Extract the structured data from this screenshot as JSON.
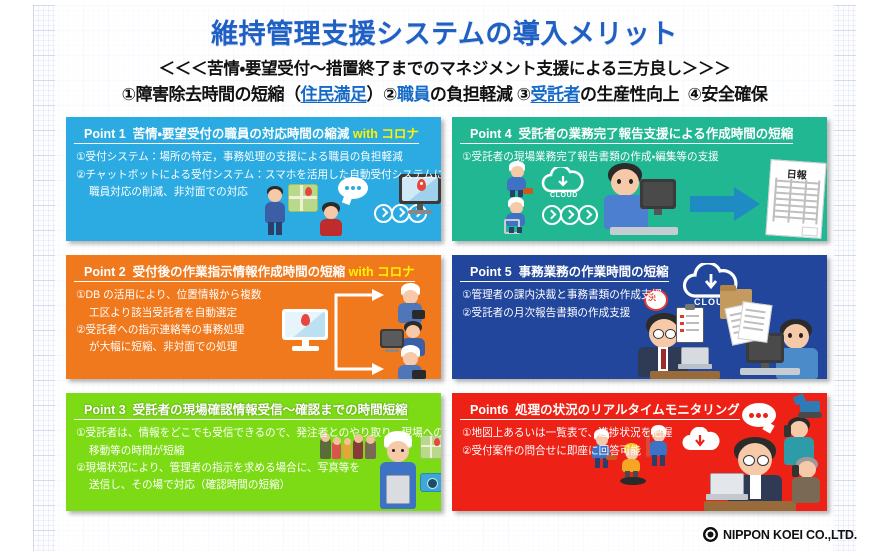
{
  "header": {
    "title": "維持管理支援システムの導入メリット",
    "subtitle": "＜＜＜苦情・要望受付～措置終了までのマネジメント支援による三方良し＞＞＞",
    "benefits": [
      {
        "num": "①",
        "pre": "障害除去時間の短縮（",
        "hl": "住民満足",
        "post": "）"
      },
      {
        "num": "②",
        "pre": "",
        "hl": "職員",
        "post": "の負担軽減"
      },
      {
        "num": "③",
        "pre": "",
        "hl": "受託者",
        "post": "の生産性向上"
      },
      {
        "num": "④",
        "pre": "安全確保",
        "hl": "",
        "post": ""
      }
    ]
  },
  "panels": [
    {
      "id": "point1",
      "label": "Point 1",
      "title": "苦情・要望受付の職員の対応時間の縮減",
      "corona": "with コロナ",
      "color": "#2BABE2",
      "lines": [
        {
          "text": "①受付システム：場所の特定，事務処理の支援による職員の負担軽減",
          "indent": false
        },
        {
          "text": "②チャットボットによる受付システム：スマホを活用した自動受付システムによる",
          "indent": false
        },
        {
          "text": "職員対応の削減、非対面での対応",
          "indent": true
        }
      ],
      "art": [
        "worker-person",
        "map-icon",
        "operator-person",
        "chat-bubble-icon",
        "chevron-icon",
        "chevron-icon",
        "chevron-icon",
        "map-pin-monitor"
      ]
    },
    {
      "id": "point2",
      "label": "Point 2",
      "title": "受付後の作業指示情報作成時間の短縮",
      "corona": "with コロナ",
      "color": "#F0791E",
      "lines": [
        {
          "text": "①DB の活用により、位置情報から複数",
          "indent": false
        },
        {
          "text": "工区より該当受託者を自動選定",
          "indent": true
        },
        {
          "text": "②受託者への指示連絡等の事務処理",
          "indent": false
        },
        {
          "text": "が大幅に短縮、非対面での処理",
          "indent": true
        }
      ],
      "art": [
        "map-pin-monitor",
        "flow-arrow-icon",
        "helmet-worker-person",
        "desk-worker-person",
        "helmet-worker-person"
      ]
    },
    {
      "id": "point3",
      "label": "Point 3",
      "title": "受託者の現場確認情報受信～確認までの時間短縮",
      "corona": "",
      "color": "#7DDB16",
      "lines": [
        {
          "text": "①受託者は、情報をどこでも受信できるので、発注者とのやり取り，現場への",
          "indent": false
        },
        {
          "text": "移動等の時間が短縮",
          "indent": true
        },
        {
          "text": "②現場状況により、管理者の指示を求める場合に、写真等を",
          "indent": false
        },
        {
          "text": "送信し、その場で対応（確認時間の短縮）",
          "indent": true
        }
      ],
      "art": [
        "family-group-icon",
        "helmet-inspector-person",
        "map-icon",
        "camera-icon"
      ]
    },
    {
      "id": "point4",
      "label": "Point 4",
      "title": "受託者の業務完了報告支援による作成時間の短縮",
      "corona": "",
      "color": "#22B793",
      "lines": [
        {
          "text": "①受託者の現場業務完了報告書類の作成・編集等の支援",
          "indent": false
        }
      ],
      "art": [
        "field-worker-person",
        "cloud-icon",
        "chevron-icon",
        "chevron-icon",
        "chevron-icon",
        "pc-worker-person",
        "blue-arrow-icon",
        "daily-report-doc"
      ],
      "doc_label": "日報"
    },
    {
      "id": "point5",
      "label": "Point 5",
      "title": "事務業務の作業時間の短縮",
      "corona": "",
      "color": "#21469B",
      "lines": [
        {
          "text": "①管理者の課内決裁と事務書類の作成支援",
          "indent": false
        },
        {
          "text": "②受託者の月次報告書類の作成支援",
          "indent": false
        }
      ],
      "art": [
        "cloud-download-icon",
        "stamp-icon",
        "clipboard-icon",
        "folder-icon",
        "documents-icon",
        "laptop-manager-person",
        "pc-worker-person"
      ],
      "cloud_label": "CLOUD"
    },
    {
      "id": "point6",
      "label": "Point6",
      "title": "処理の状況のリアルタイムモニタリング",
      "corona": "",
      "color": "#EE2116",
      "lines": [
        {
          "text": "①地図上あるいは一覧表で、進捗状況を把握",
          "indent": false
        },
        {
          "text": "②受付案件の問合せに即座に回答可能",
          "indent": false
        }
      ],
      "art": [
        "chat-bubble-icon",
        "phone-operator-person",
        "worker-person",
        "worker-person",
        "worker-person",
        "cloud-upload-icon",
        "laptop-manager-person",
        "excavator-icon",
        "elderly-phone-person"
      ]
    }
  ],
  "footer": {
    "company": "NIPPON KOEI CO.,LTD.",
    "mark": "nippon-koei-logo-mark"
  }
}
